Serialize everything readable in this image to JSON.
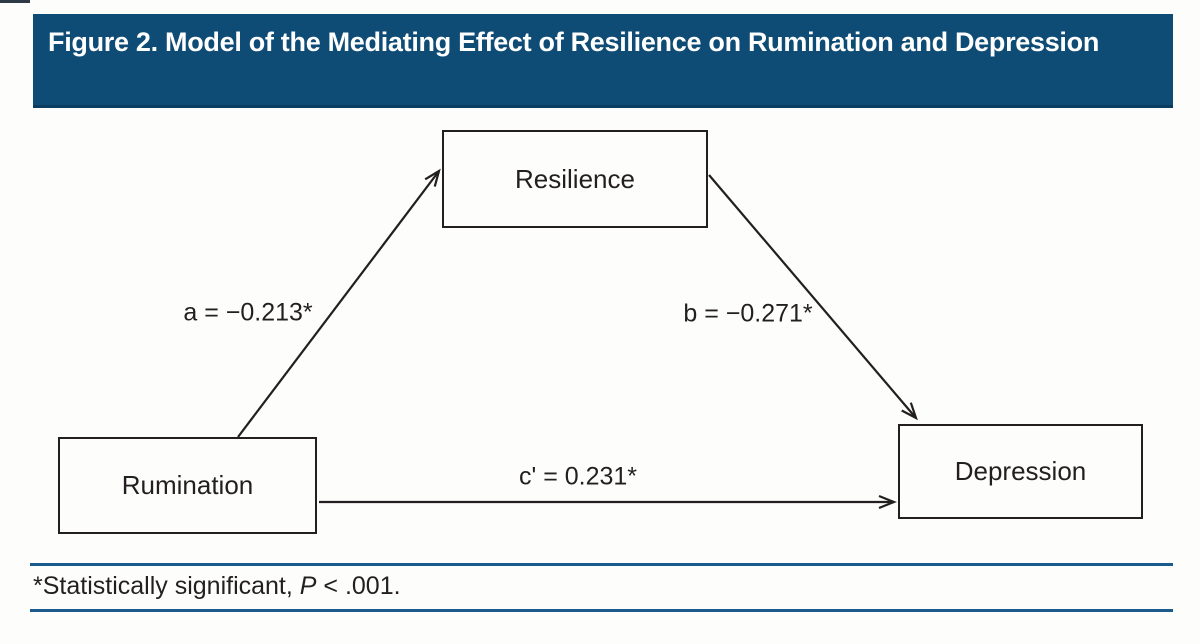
{
  "header": {
    "title": "Figure 2. Model of the Mediating Effect of Resilience on Rumination and Depression",
    "bg_color": "#0e4b75",
    "text_color": "#ffffff"
  },
  "diagram": {
    "type": "mediation-path-model",
    "line_color": "#231f20",
    "nodes": [
      {
        "id": "resilience",
        "label": "Resilience",
        "role": "mediator"
      },
      {
        "id": "rumination",
        "label": "Rumination",
        "role": "predictor"
      },
      {
        "id": "depression",
        "label": "Depression",
        "role": "outcome"
      }
    ],
    "paths": [
      {
        "id": "a",
        "from": "rumination",
        "to": "resilience",
        "label": "a = −0.213*"
      },
      {
        "id": "b",
        "from": "resilience",
        "to": "depression",
        "label": "b = −0.271*"
      },
      {
        "id": "c'",
        "from": "rumination",
        "to": "depression",
        "label": "c' = 0.231*"
      }
    ]
  },
  "footnote": {
    "prefix": "*Statistically significant, ",
    "p_symbol": "P",
    "suffix": " < .001.",
    "rule_color": "#1b5a8c"
  }
}
